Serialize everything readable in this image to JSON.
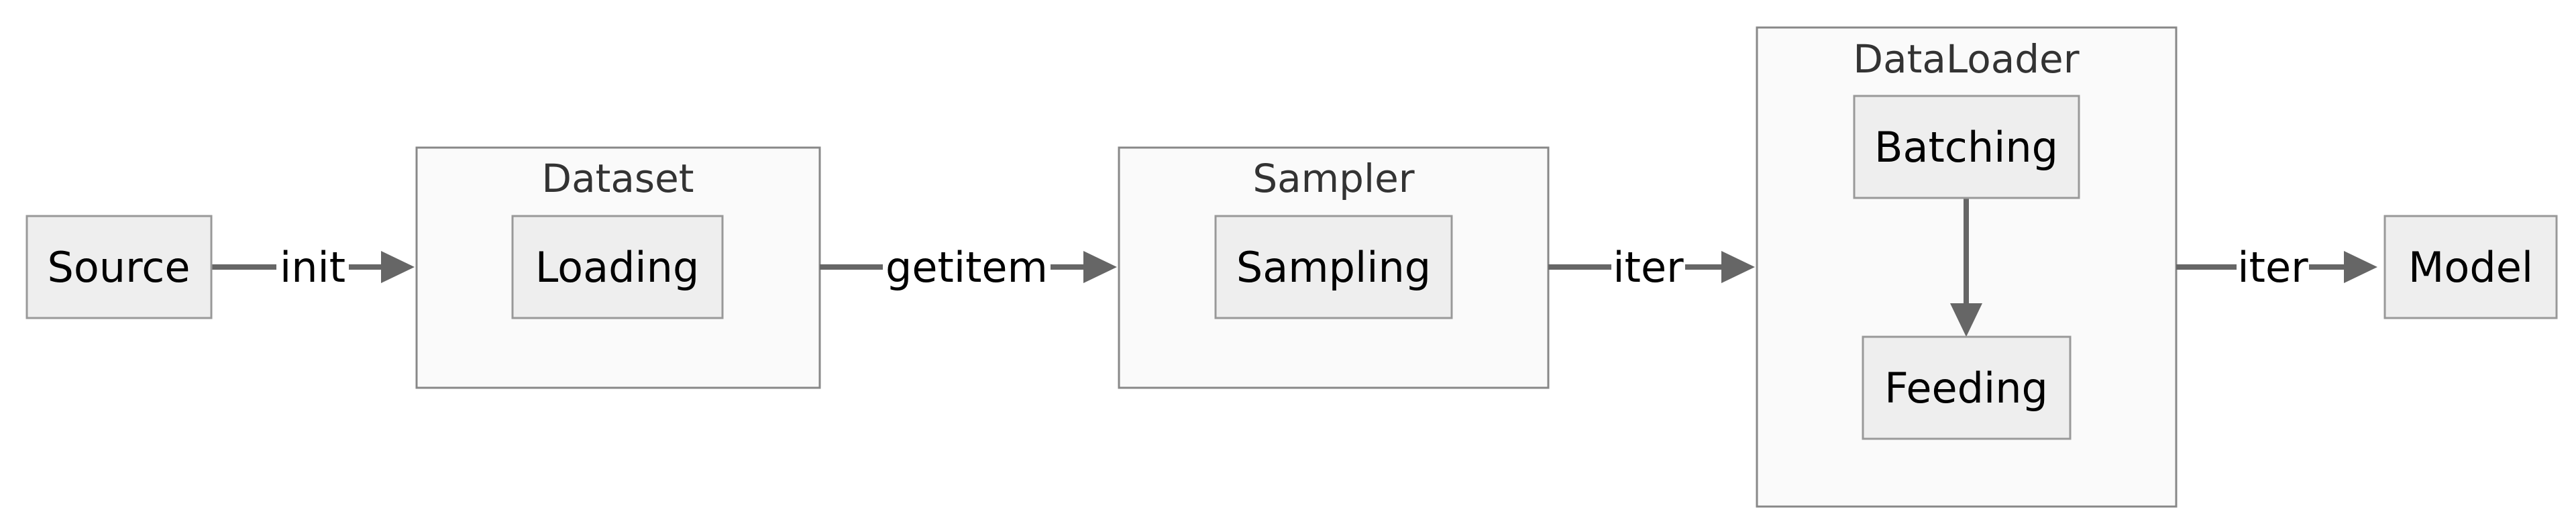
{
  "nodes": {
    "source": "Source",
    "loading": "Loading",
    "sampling": "Sampling",
    "batching": "Batching",
    "feeding": "Feeding",
    "model": "Model"
  },
  "groups": {
    "dataset": "Dataset",
    "sampler": "Sampler",
    "dataloader": "DataLoader"
  },
  "edges": {
    "source_to_dataset": "init",
    "dataset_to_sampler": "getitem",
    "sampler_to_dataloader": "iter",
    "dataloader_to_model": "iter"
  },
  "colors": {
    "group_fill": "#fafafa",
    "node_fill": "#eeeeee",
    "edge": "#666666"
  }
}
